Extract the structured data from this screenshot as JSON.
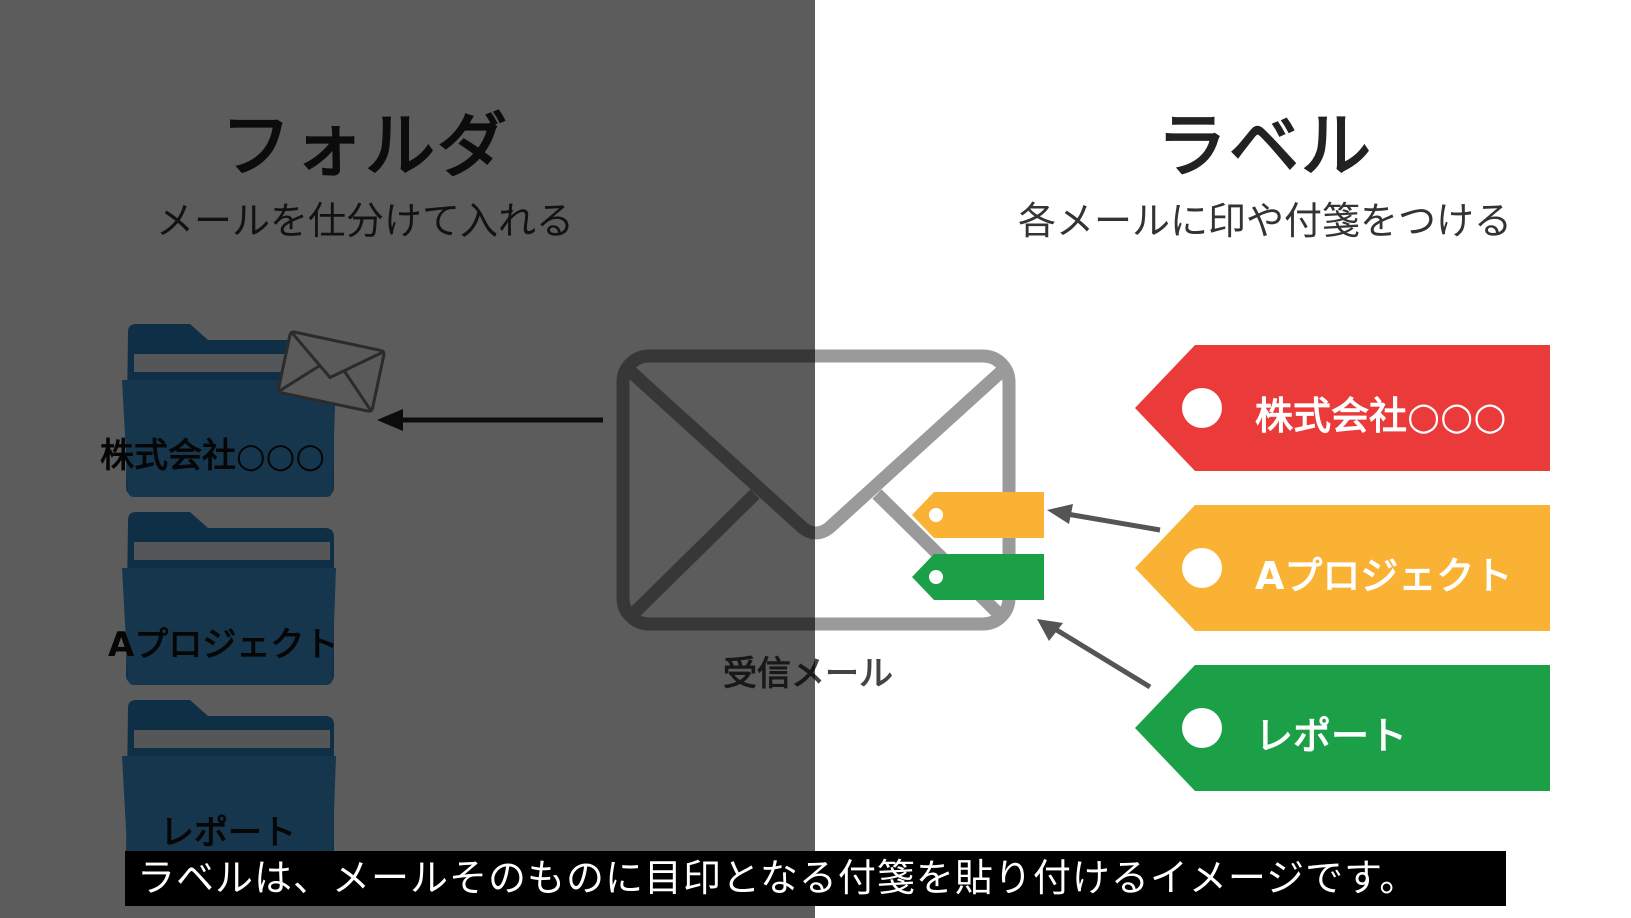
{
  "folder_side": {
    "title": "フォルダ",
    "subtitle": "メールを仕分けて入れる",
    "folders": [
      {
        "label": "株式会社○○○"
      },
      {
        "label": "Aプロジェクト"
      },
      {
        "label": "レポート"
      }
    ]
  },
  "label_side": {
    "title": "ラベル",
    "subtitle": "各メールに印や付箋をつける",
    "tags": [
      {
        "label": "株式会社○○○",
        "color": "#EA3B3A"
      },
      {
        "label": "Aプロジェクト",
        "color": "#F9B233"
      },
      {
        "label": "レポート",
        "color": "#1BA048"
      }
    ]
  },
  "center": {
    "mail_label": "受信メール",
    "mini_tags": [
      {
        "color": "#F9B233"
      },
      {
        "color": "#1BA048"
      }
    ]
  },
  "caption": "ラベルは、メールそのものに目印となる付箋を貼り付けるイメージです。",
  "colors": {
    "folder": "#2C84C4",
    "dim_overlay": "#000000"
  }
}
